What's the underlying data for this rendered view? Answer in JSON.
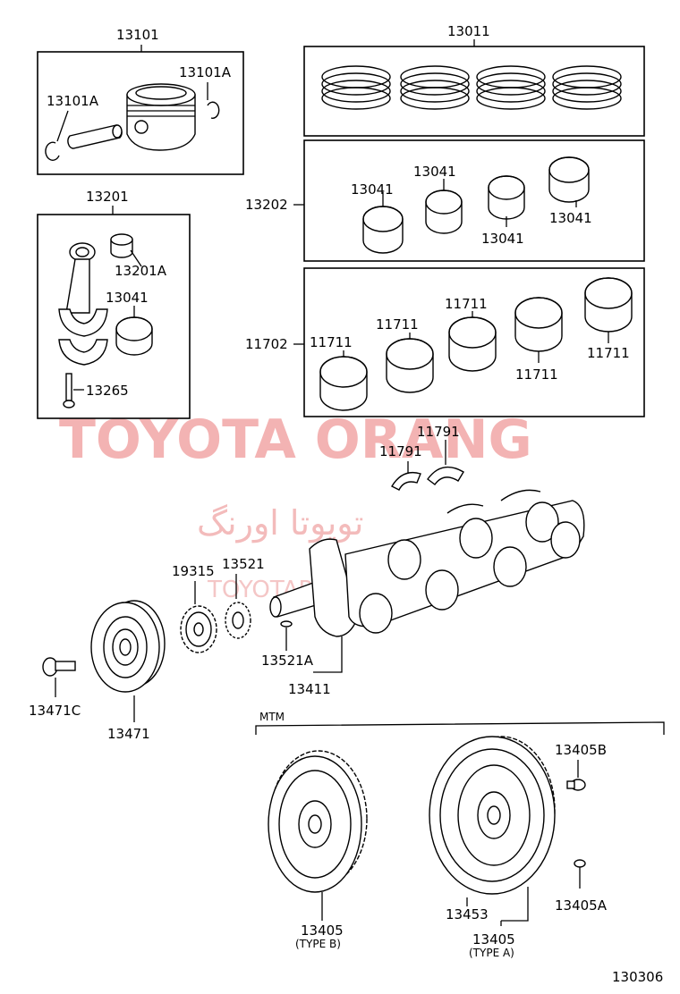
{
  "watermark": {
    "brand": "TOYOTA ORANG",
    "persian": "تویوتا اورنگ",
    "site": "TOYOTAPARTIR"
  },
  "groups": {
    "piston": "13101",
    "piston_snap_left": "13101A",
    "piston_snap_right": "13101A",
    "rings": "13011",
    "rod": "13201",
    "rod_bushing": "13201A",
    "rod_bearing": "13041",
    "rod_bolt": "13265",
    "rod_bearing_set": "13202",
    "rb1": "13041",
    "rb2": "13041",
    "rb3": "13041",
    "rb4": "13041",
    "main_bearing_set": "11702",
    "mb1": "11711",
    "mb2": "11711",
    "mb3": "11711",
    "mb4": "11711",
    "mb5": "11711",
    "thrust_left": "11791",
    "thrust_right": "11791",
    "crank_sprocket": "19315",
    "crank_gear": "13521",
    "crank_key": "13521A",
    "crankshaft": "13411",
    "pulley_bolt": "13471C",
    "pulley": "13471",
    "mtm": "MTM",
    "flywheel_bolt": "13405B",
    "flywheel_b": "13405",
    "flywheel_b_type": "(TYPE B)",
    "flywheel_ring": "13453",
    "flywheel_a": "13405",
    "flywheel_a_type": "(TYPE A)",
    "flywheel_pin": "13405A",
    "diagram_id": "130306"
  }
}
